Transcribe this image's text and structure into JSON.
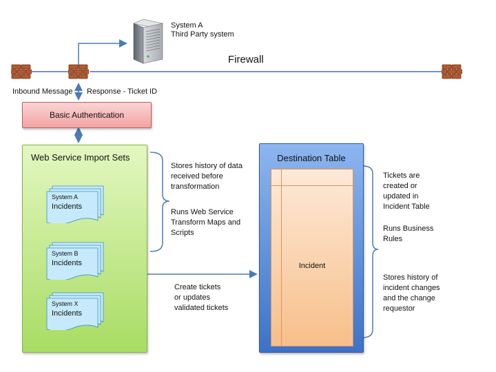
{
  "system_a": {
    "line1": "System A",
    "line2": "Third Party system"
  },
  "firewall": {
    "label": "Firewall"
  },
  "inbound": {
    "label": "Inbound Message"
  },
  "response": {
    "label": "Response - Ticket ID"
  },
  "auth": {
    "label": "Basic Authentication"
  },
  "import_sets": {
    "title": "Web Service Import Sets",
    "docs": [
      {
        "system": "System A",
        "name": "Incidents"
      },
      {
        "system": "System B",
        "name": "Incidents"
      },
      {
        "system": "System X",
        "name": "Incidents"
      }
    ]
  },
  "notes_left": {
    "history": [
      "Stores history of data",
      "received before",
      "transformation"
    ],
    "transform": [
      "Runs Web Service",
      "Transform Maps and",
      "Scripts"
    ]
  },
  "flow_note": [
    "Create tickets",
    "or updates",
    "validated tickets"
  ],
  "destination": {
    "title": "Destination Table",
    "table_label": "Incident"
  },
  "notes_right": {
    "tickets": [
      "Tickets are",
      "created or",
      "updated in",
      "Incident Table"
    ],
    "rules": [
      "Runs Business",
      "Rules"
    ],
    "changes": [
      "Stores history of",
      "incident changes",
      "and the change",
      "requestor"
    ]
  }
}
